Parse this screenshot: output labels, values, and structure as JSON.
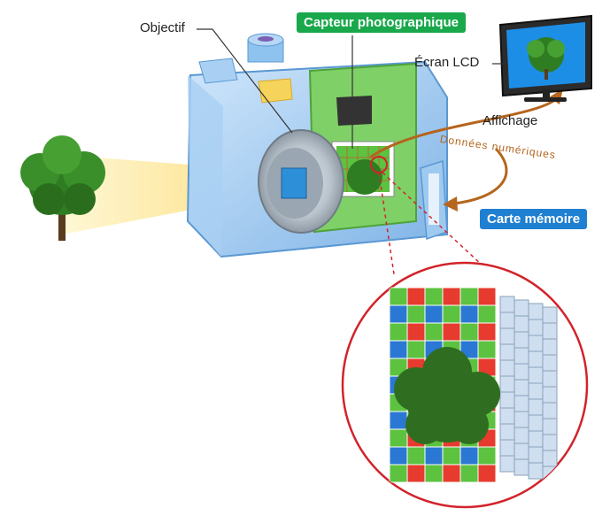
{
  "labels": {
    "lens": "Objectif",
    "sensor": "Capteur photographique",
    "lcd": "Écran LCD",
    "display": "Affichage",
    "digital_data": "Données numériques",
    "memory_card": "Carte mémoire"
  },
  "colors": {
    "sensor_badge": "#19a84b",
    "memory_badge": "#1f7fd1",
    "digital_arrow": "#b5651d",
    "zoom_circle": "#d2232a",
    "pixel_green": "#5cc240",
    "pixel_red": "#e63b2e",
    "pixel_blue": "#2a78d4",
    "camera_body": "#8fc3ef",
    "light_beam": "#fde79a"
  },
  "icons": [
    "camera-icon",
    "tree-icon",
    "lcd-monitor-icon",
    "memory-card-icon",
    "sensor-grid-icon"
  ]
}
